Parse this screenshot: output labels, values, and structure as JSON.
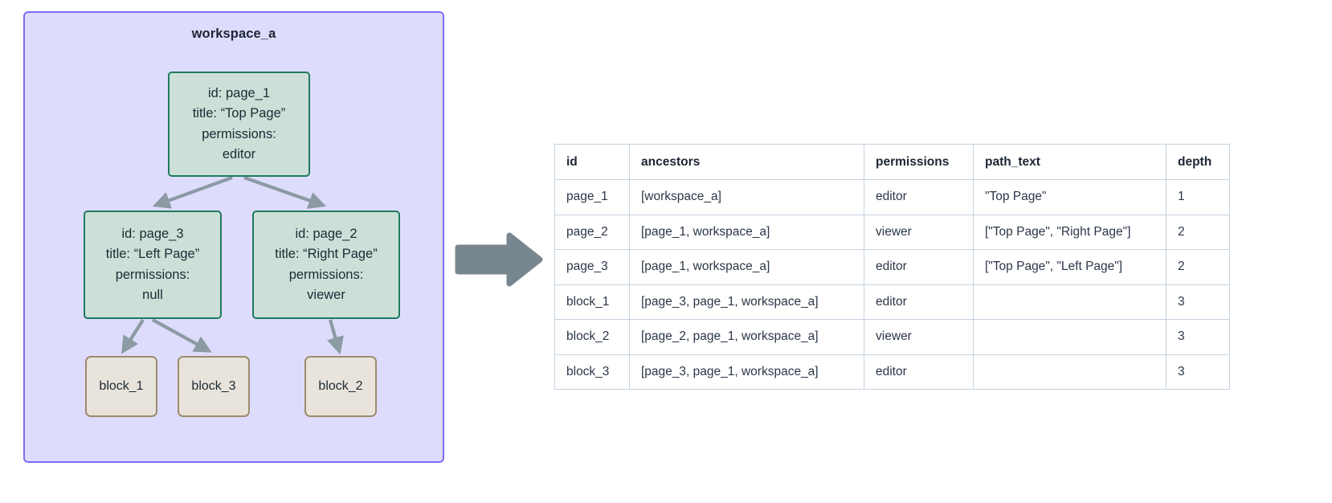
{
  "workspace": {
    "title": "workspace_a",
    "border_color": "#7C6CF5",
    "fill_color": "#DEDCFC"
  },
  "nodes": {
    "page_1": {
      "id_line": "id: page_1",
      "title_line": "title: “Top Page”",
      "permissions_label": "permissions:",
      "permissions_value": "editor"
    },
    "page_3": {
      "id_line": "id: page_3",
      "title_line": "title: “Left Page”",
      "permissions_label": "permissions:",
      "permissions_value": "null"
    },
    "page_2": {
      "id_line": "id: page_2",
      "title_line": "title: “Right Page”",
      "permissions_label": "permissions:",
      "permissions_value": "viewer"
    },
    "block_1": {
      "label": "block_1"
    },
    "block_3": {
      "label": "block_3"
    },
    "block_2": {
      "label": "block_2"
    }
  },
  "edges": [
    {
      "from": "page_1",
      "to": "page_3"
    },
    {
      "from": "page_1",
      "to": "page_2"
    },
    {
      "from": "page_3",
      "to": "block_1"
    },
    {
      "from": "page_3",
      "to": "block_3"
    },
    {
      "from": "page_2",
      "to": "block_2"
    }
  ],
  "flow_arrow": {
    "name": "transforms-into",
    "color": "#78868f"
  },
  "table": {
    "columns": [
      "id",
      "ancestors",
      "permissions",
      "path_text",
      "depth"
    ],
    "rows": [
      {
        "id": "page_1",
        "ancestors": "[workspace_a]",
        "permissions": "editor",
        "path_text": "\"Top Page\"",
        "depth": "1"
      },
      {
        "id": "page_2",
        "ancestors": "[page_1, workspace_a]",
        "permissions": "viewer",
        "path_text": "[\"Top Page\", \"Right Page\"]",
        "depth": "2"
      },
      {
        "id": "page_3",
        "ancestors": "[page_1, workspace_a]",
        "permissions": "editor",
        "path_text": "[\"Top Page\", \"Left Page\"]",
        "depth": "2"
      },
      {
        "id": "block_1",
        "ancestors": "[page_3, page_1, workspace_a]",
        "permissions": "editor",
        "path_text": "",
        "depth": "3"
      },
      {
        "id": "block_2",
        "ancestors": "[page_2, page_1, workspace_a]",
        "permissions": "viewer",
        "path_text": "",
        "depth": "3"
      },
      {
        "id": "block_3",
        "ancestors": "[page_3, page_1, workspace_a]",
        "permissions": "editor",
        "path_text": "",
        "depth": "3"
      }
    ]
  }
}
